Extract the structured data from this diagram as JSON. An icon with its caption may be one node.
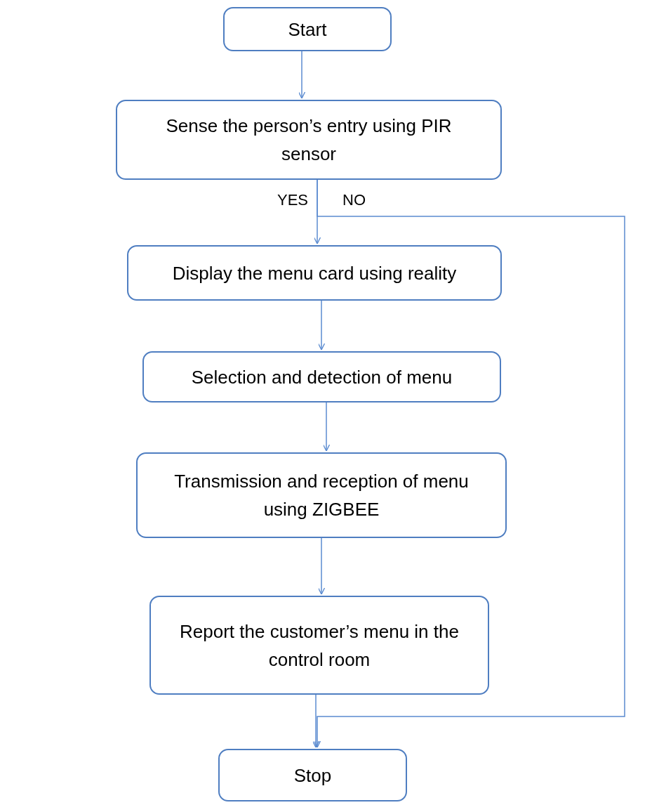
{
  "diagram": {
    "nodes": [
      {
        "text": [
          "Start"
        ]
      },
      {
        "text": [
          "Sense the person’s entry using PIR sensor"
        ]
      },
      {
        "text": [
          "Display the menu card using reality"
        ]
      },
      {
        "text": [
          "Selection and detection of menu"
        ]
      },
      {
        "text": [
          "Transmission and reception of menu using ZIGBEE"
        ]
      },
      {
        "text": [
          "Report the customer’s menu in the control room"
        ]
      },
      {
        "text": [
          "Stop"
        ]
      }
    ],
    "edges": [
      {
        "from": 0,
        "to": 1,
        "arrow": "to"
      },
      {
        "from": 1,
        "to": 2,
        "arrow": "to",
        "label": "YES"
      },
      {
        "from": 1,
        "to": 6,
        "arrow": "to",
        "label": "NO"
      },
      {
        "from": 2,
        "to": 3,
        "arrow": "to"
      },
      {
        "from": 3,
        "to": 4,
        "arrow": "to"
      },
      {
        "from": 4,
        "to": 5,
        "arrow": "to"
      },
      {
        "from": 5,
        "to": 6,
        "arrow": "to"
      }
    ]
  }
}
